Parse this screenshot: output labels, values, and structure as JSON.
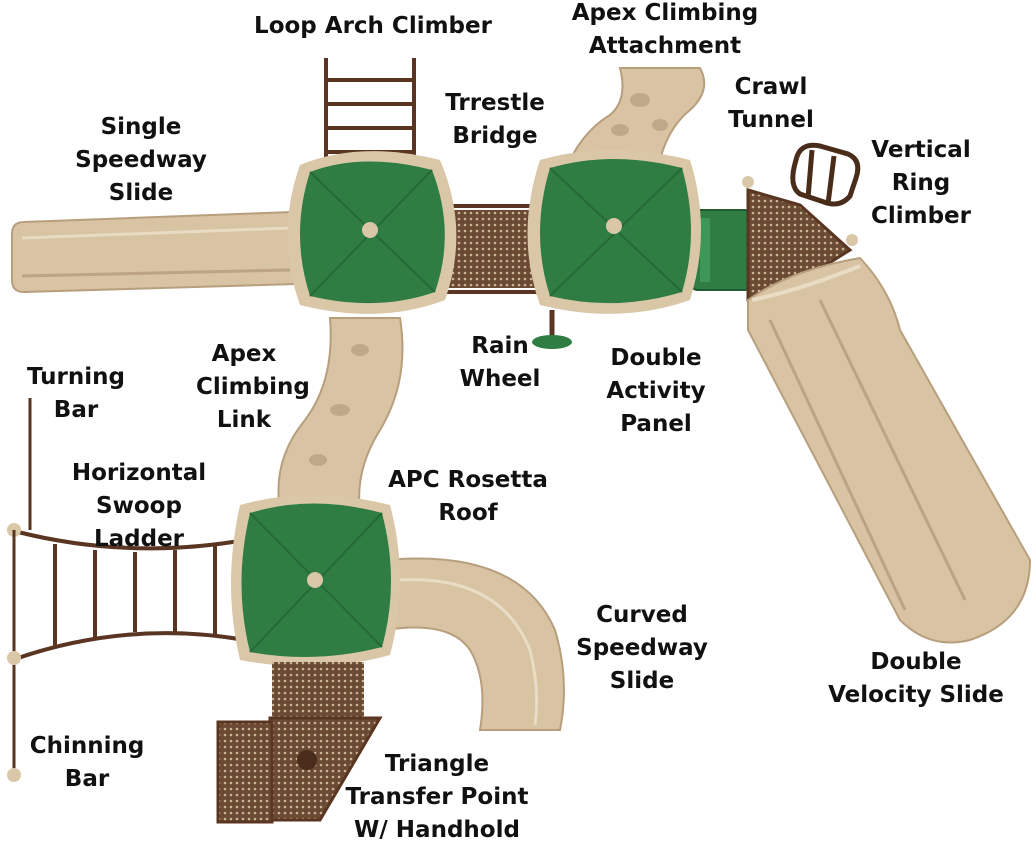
{
  "palette": {
    "roof_green": "#2f7d43",
    "roof_trim": "#d9c7a8",
    "slide_tan": "#d8c3a2",
    "frame_brown": "#5a3622",
    "deck_brown": "#6b4a33"
  },
  "labels": {
    "loop_arch_climber": [
      "Loop Arch Climber"
    ],
    "apex_climbing_attachment": [
      "Apex Climbing",
      "Attachment"
    ],
    "single_speedway_slide": [
      "Single",
      "Speedway",
      "Slide"
    ],
    "trestle_bridge": [
      "Trrestle",
      "Bridge"
    ],
    "crawl_tunnel": [
      "Crawl",
      "Tunnel"
    ],
    "vertical_ring_climber": [
      "Vertical",
      "Ring",
      "Climber"
    ],
    "apex_climbing_link": [
      "Apex",
      "Climbing",
      "Link"
    ],
    "rain_wheel": [
      "Rain",
      "Wheel"
    ],
    "double_activity_panel": [
      "Double",
      "Activity",
      "Panel"
    ],
    "turning_bar": [
      "Turning",
      "Bar"
    ],
    "horizontal_swoop_ladder": [
      "Horizontal",
      "Swoop",
      "Ladder"
    ],
    "apc_rosetta_roof": [
      "APC Rosetta",
      "Roof"
    ],
    "curved_speedway_slide": [
      "Curved",
      "Speedway",
      "Slide"
    ],
    "double_velocity_slide": [
      "Double",
      "Velocity Slide"
    ],
    "chinning_bar": [
      "Chinning",
      "Bar"
    ],
    "triangle_transfer_point": [
      "Triangle",
      "Transfer Point",
      "W/ Handhold"
    ]
  }
}
